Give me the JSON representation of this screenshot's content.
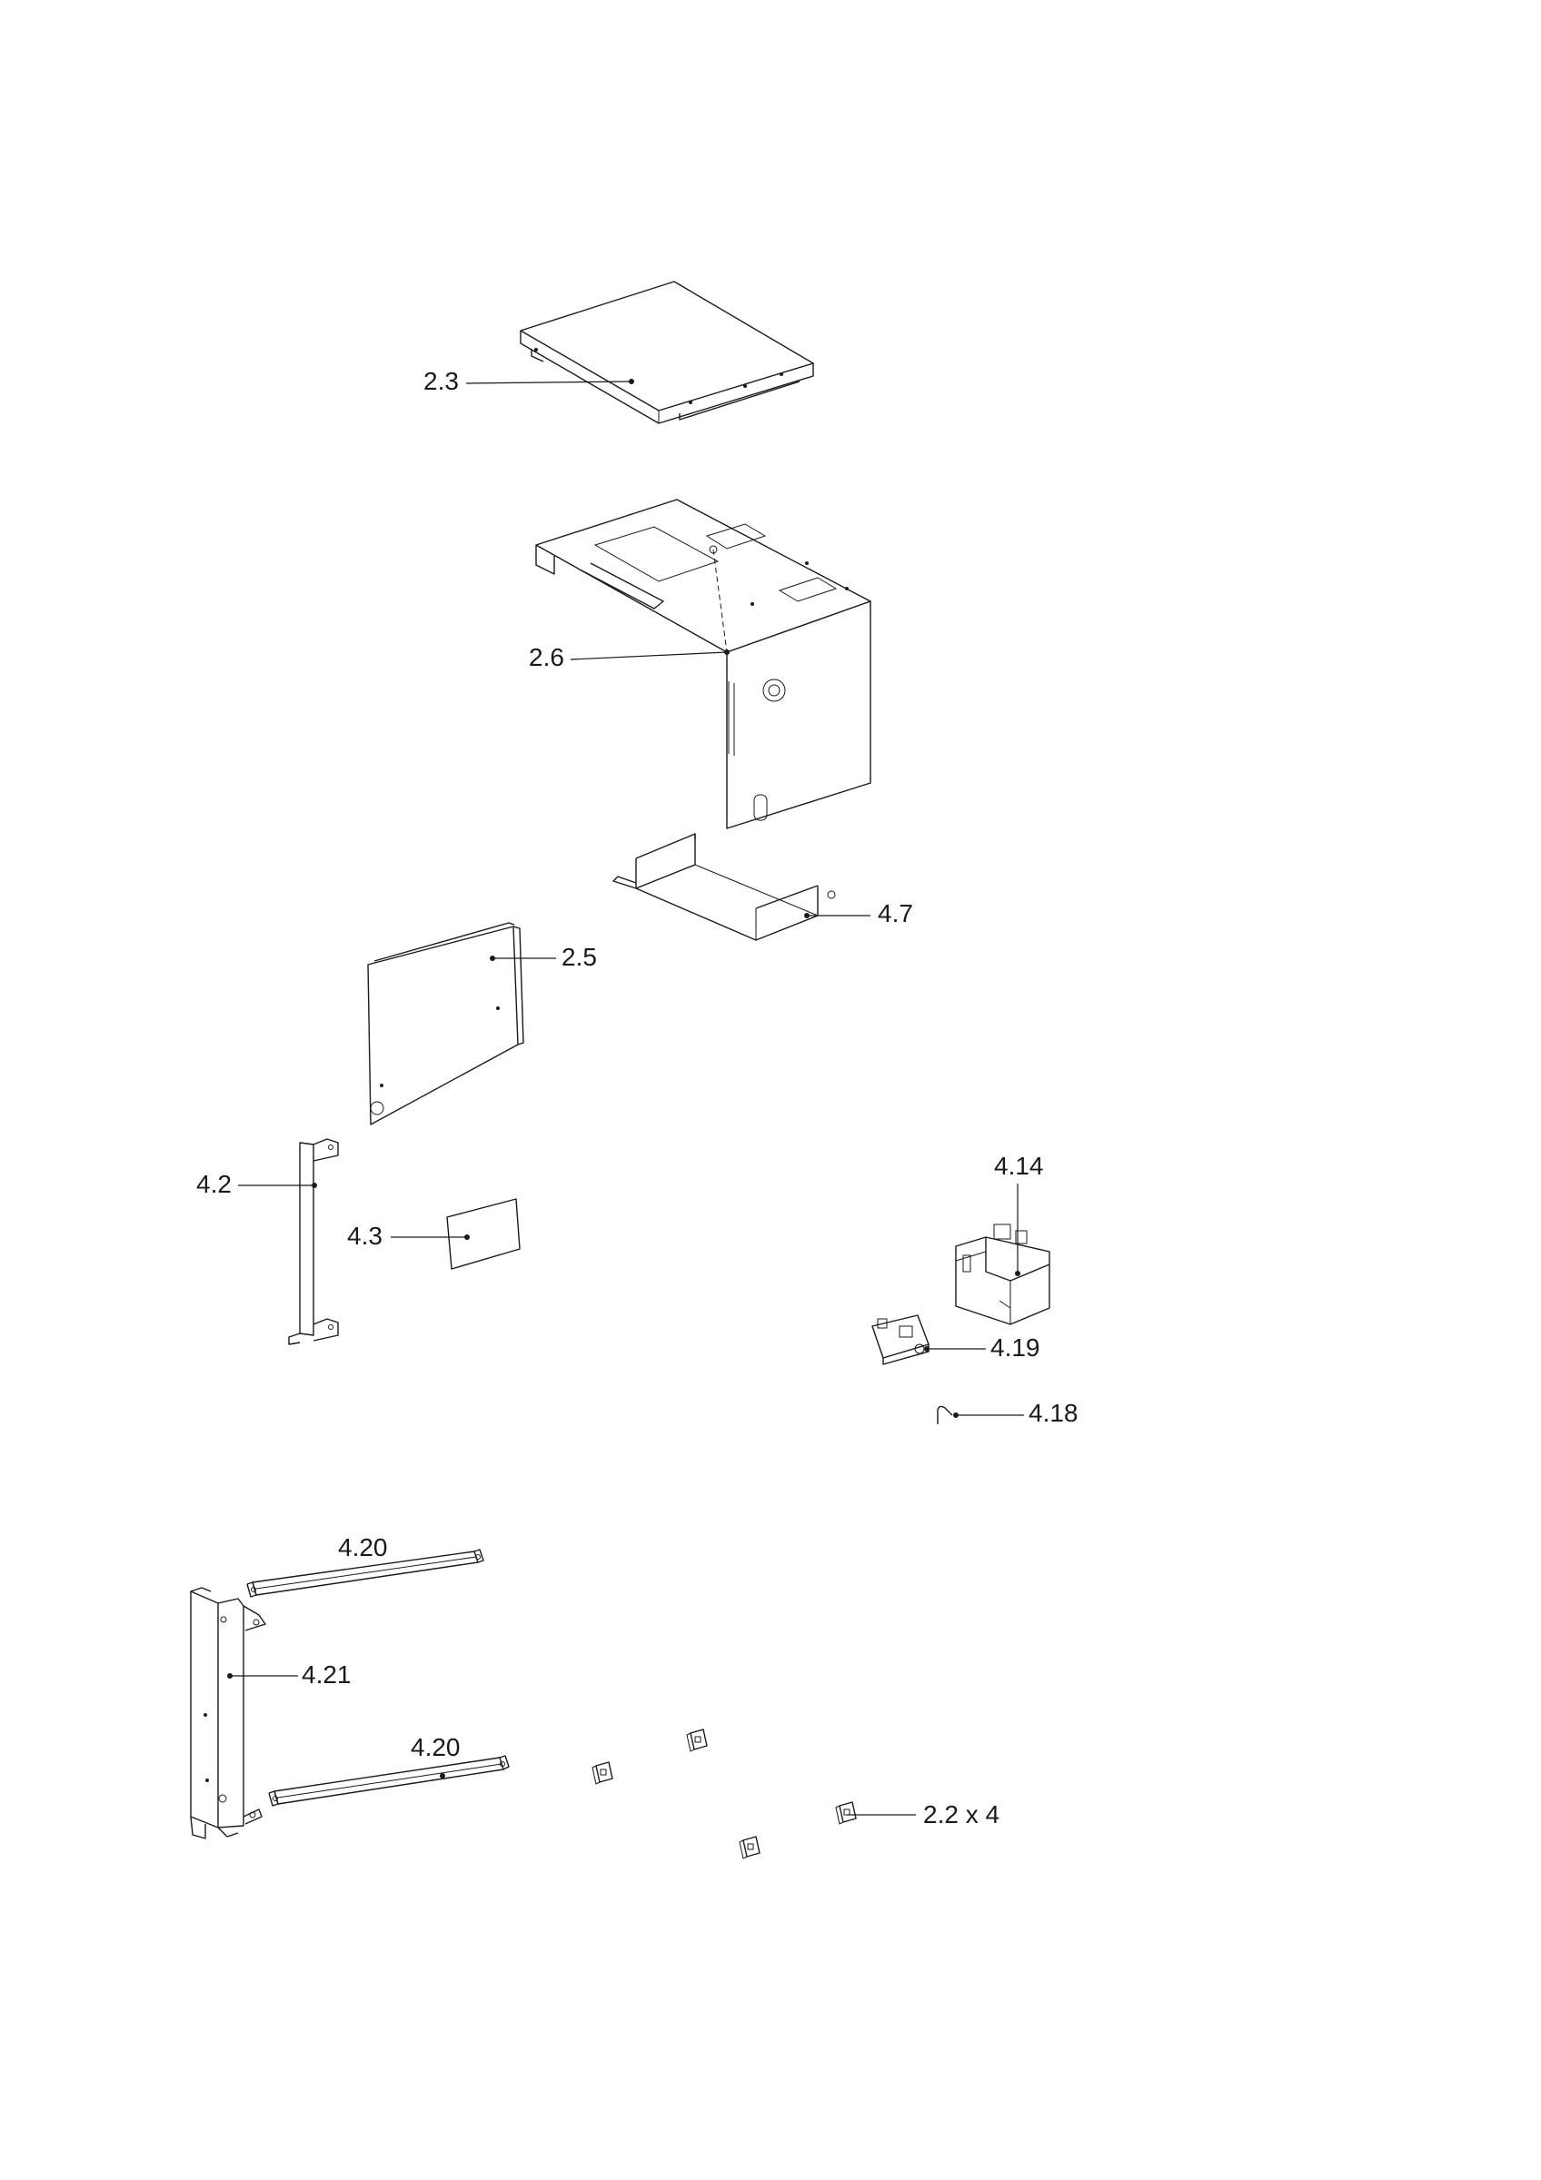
{
  "callouts": {
    "c_2_3": "2.3",
    "c_2_6": "2.6",
    "c_4_7": "4.7",
    "c_2_5": "2.5",
    "c_4_2": "4.2",
    "c_4_3": "4.3",
    "c_4_14": "4.14",
    "c_4_19": "4.19",
    "c_4_18": "4.18",
    "c_4_20_top": "4.20",
    "c_4_21": "4.21",
    "c_4_20_bottom": "4.20",
    "c_2_2": "2.2 x 4"
  },
  "colors": {
    "line": "#1a1a1a",
    "background": "#ffffff"
  }
}
